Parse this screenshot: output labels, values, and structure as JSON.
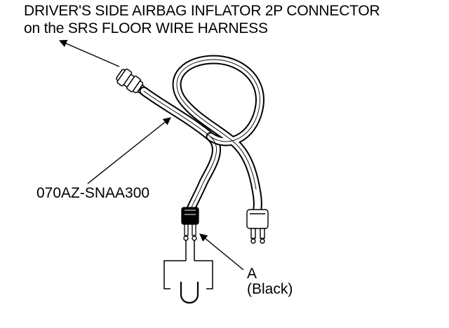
{
  "title_line_1": "DRIVER'S SIDE AIRBAG INFLATOR 2P CONNECTOR",
  "title_line_2": "on the SRS FLOOR WIRE HARNESS",
  "part_number": "070AZ-SNAA300",
  "connector_a_letter": "A",
  "connector_a_color": "(Black)"
}
